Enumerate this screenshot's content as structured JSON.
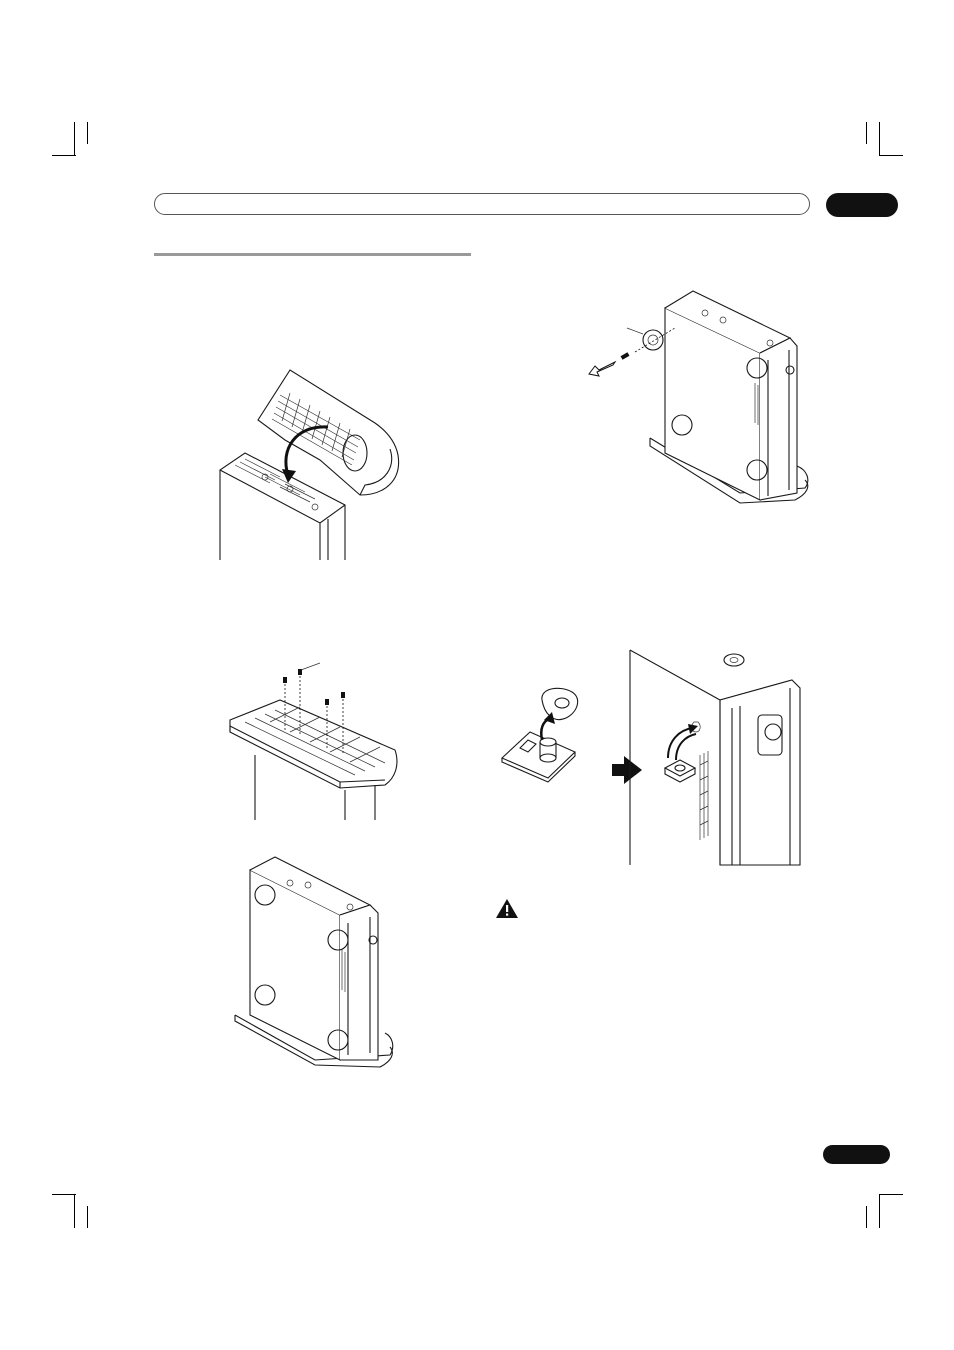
{
  "page": {
    "header_title": "",
    "chapter_label": "",
    "page_number_label": ""
  },
  "figures": {
    "step1": {
      "name": "stand-attach-illustration",
      "labels": []
    },
    "step2": {
      "name": "stand-screws-illustration",
      "labels": []
    },
    "step3": {
      "name": "unit-on-stand-illustration",
      "labels": []
    },
    "step4": {
      "name": "foot-removal-illustration",
      "labels": []
    },
    "step5": {
      "name": "foot-cover-illustration",
      "labels": []
    }
  },
  "caution": {
    "icon": "warning-triangle-icon",
    "text": ""
  },
  "colors": {
    "ink": "#1a1a1a",
    "tab_fill": "#111111",
    "rule": "#999999"
  }
}
